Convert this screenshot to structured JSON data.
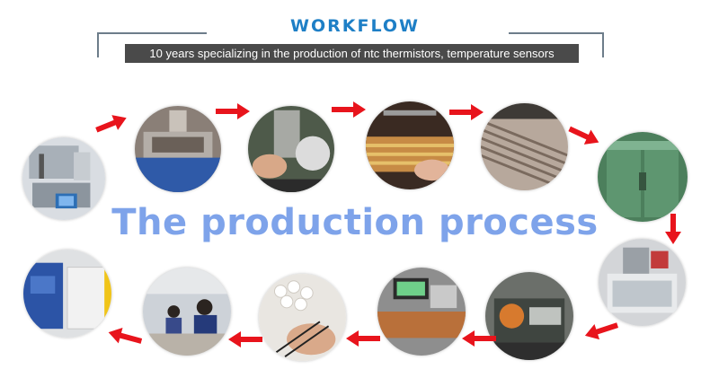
{
  "header": {
    "title": "WORKFLOW",
    "subtitle": "10 years specializing in the production of ntc thermistors, temperature sensors"
  },
  "main": {
    "title": "The production process"
  },
  "colors": {
    "title_blue": "#1e7fc6",
    "big_title": "#7ea3ea",
    "arrow_red": "#e8141c",
    "subtitle_bar": "#4a4a4a"
  },
  "steps": [
    {
      "icon": "machine-station-photo"
    },
    {
      "icon": "blue-press-machine-photo"
    },
    {
      "icon": "hand-assembly-photo"
    },
    {
      "icon": "wire-soldering-photo"
    },
    {
      "icon": "wire-bundle-photo"
    },
    {
      "icon": "green-oven-photo"
    },
    {
      "icon": "test-chamber-photo"
    },
    {
      "icon": "cable-crimping-photo"
    },
    {
      "icon": "digital-tester-photo"
    },
    {
      "icon": "hand-inspection-photo"
    },
    {
      "icon": "workers-line-photo"
    },
    {
      "icon": "packing-machine-photo"
    }
  ]
}
